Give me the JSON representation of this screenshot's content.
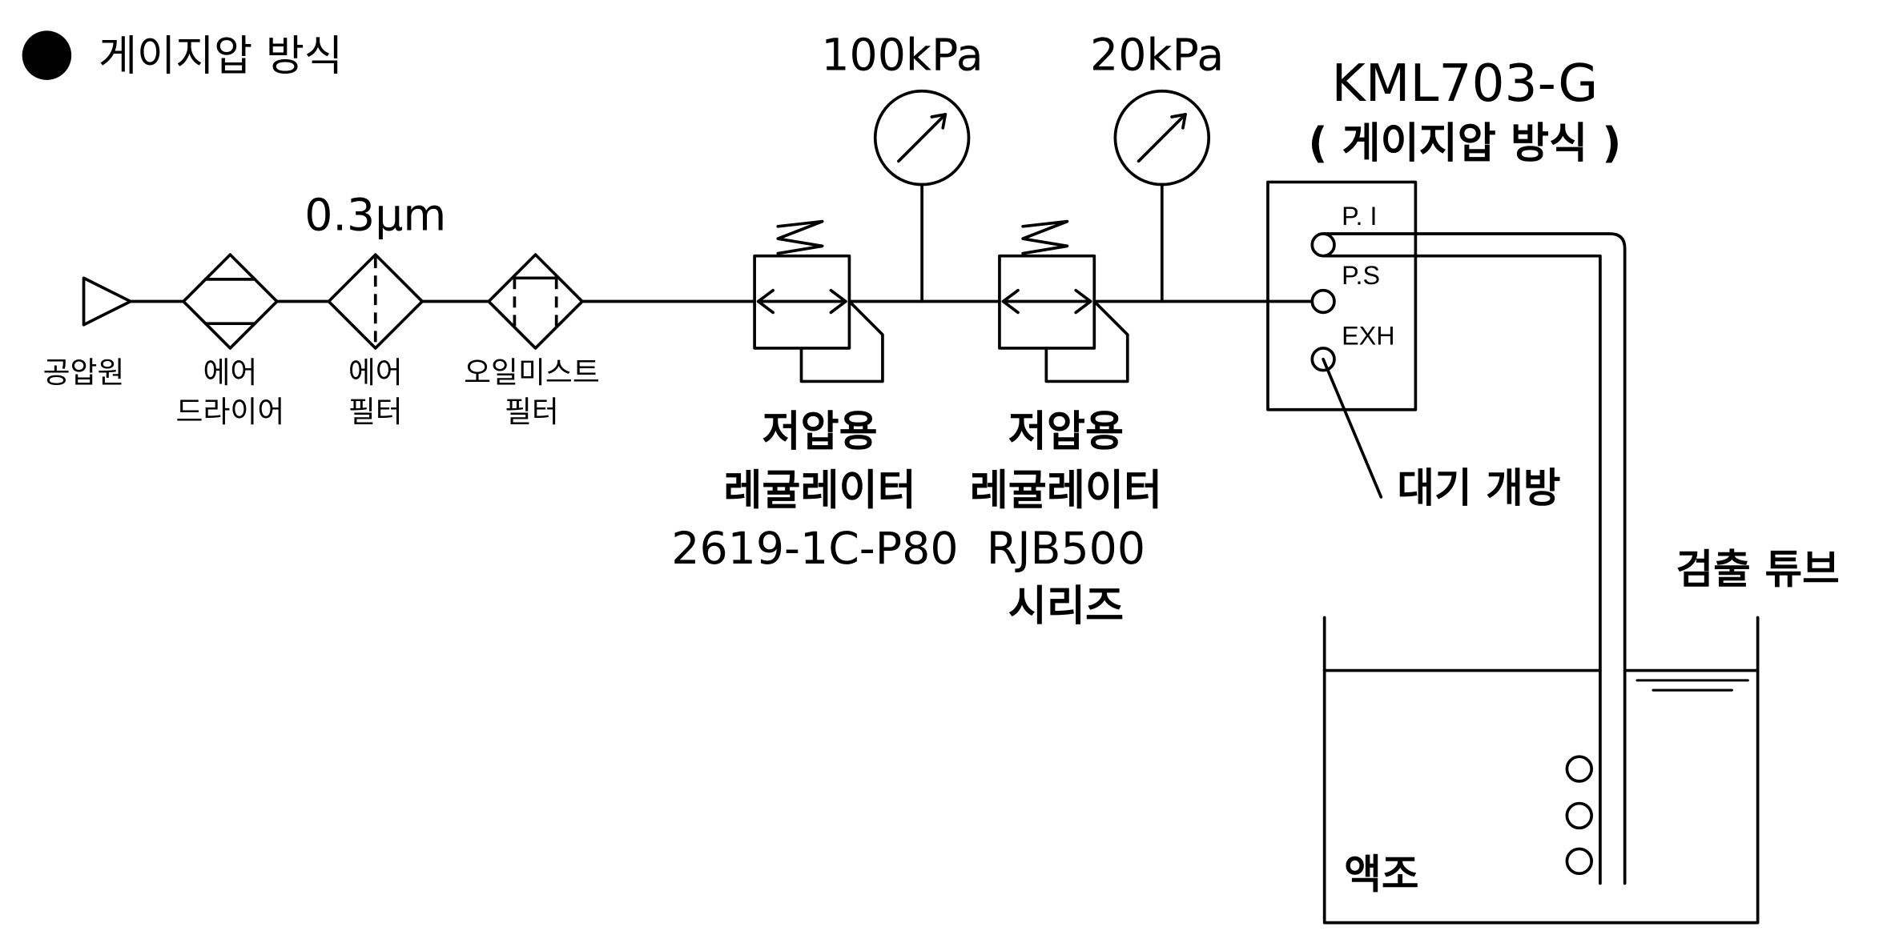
{
  "title": {
    "bullet_icon": "filled-circle-icon",
    "text": "게이지압 방식"
  },
  "components": {
    "air_source": {
      "label": "공압원"
    },
    "air_dryer": {
      "label_lines": [
        "에어",
        "드라이어"
      ]
    },
    "air_filter": {
      "rating": "0.3μm",
      "label_lines": [
        "에어",
        "필터"
      ]
    },
    "mist_filter": {
      "label_lines": [
        "오일미스트",
        "필터"
      ]
    },
    "regulator_1": {
      "gauge": "100kPa",
      "lines": [
        "저압용",
        "레귤레이터",
        "2619-1C-P80"
      ]
    },
    "regulator_2": {
      "gauge": "20kPa",
      "lines": [
        "저압용",
        "레귤레이터",
        "RJB500",
        "시리즈"
      ]
    },
    "device": {
      "model": "KML703-G",
      "mode": "( 게이지압 방식 )",
      "ports": [
        "P. I",
        "P.S",
        "EXH"
      ]
    },
    "exhaust_note": "대기 개방",
    "detection_tube": "검출 튜브",
    "tank": "액조"
  },
  "colors": {
    "line": "#000000",
    "background": "#ffffff"
  }
}
